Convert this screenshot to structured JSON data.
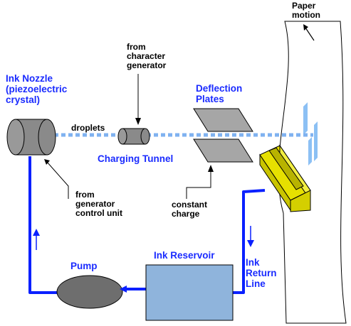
{
  "labels": {
    "paper_motion": "Paper\nmotion",
    "from_char_gen": "from\ncharacter\ngenerator",
    "deflection_plates": "Deflection\nPlates",
    "ink_nozzle": "Ink Nozzle\n(piezoelectric\ncrystal)",
    "droplets": "droplets",
    "charging_tunnel": "Charging Tunnel",
    "from_gen_control": "from\ngenerator\ncontrol unit",
    "constant_charge": "constant\ncharge",
    "pump": "Pump",
    "ink_reservoir": "Ink Reservoir",
    "ink_return_line": "Ink\nReturn\nLine"
  },
  "colors": {
    "ink_line": "#0a20ff",
    "label_blue": "#1a2bff",
    "droplets": "#7fb2f0",
    "nozzle": "#8a8a8a",
    "plates": "#a6a6a6",
    "gutter": "#e6e000",
    "reservoir": "#8fb4dc",
    "pump": "#6e6e6e"
  }
}
